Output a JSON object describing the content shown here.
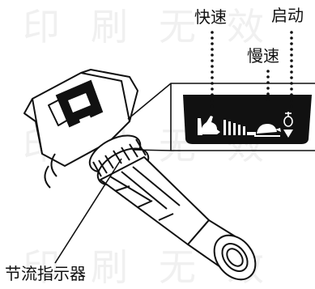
{
  "labels": {
    "fast": "快速",
    "start": "启动",
    "slow": "慢速",
    "throttle_indicator": "节流指示器"
  },
  "watermark": {
    "row1": "印刷无效",
    "row2": "印刷无效",
    "row3": "印刷无效"
  },
  "indicator_icons": [
    "rabbit-icon",
    "speed-bars",
    "turtle-icon",
    "choke-icon",
    "down-arrow-icon"
  ],
  "colors": {
    "ink": "#111111",
    "panel": "#111111",
    "icon": "#ffffff",
    "watermark": "#f0f0f0"
  }
}
